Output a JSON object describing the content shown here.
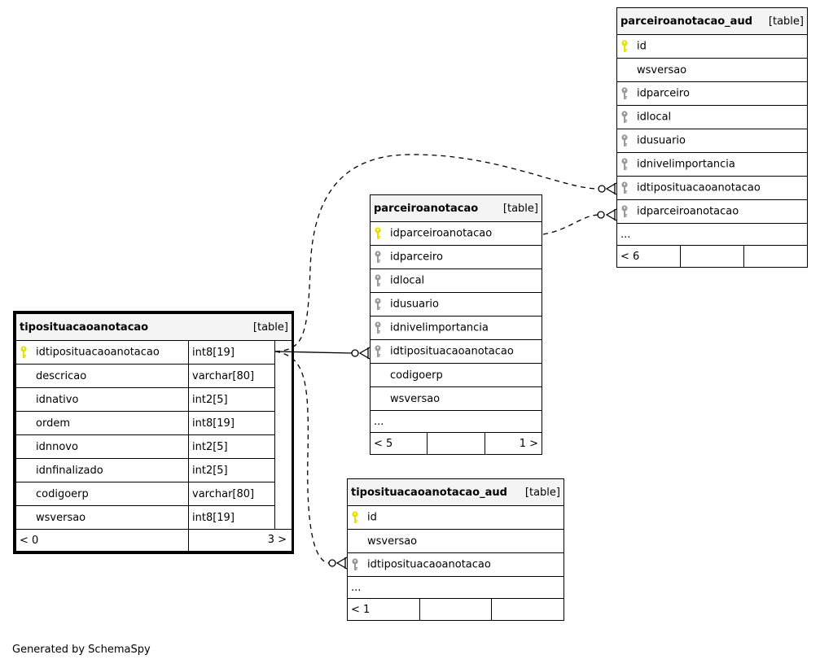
{
  "footer": {
    "credit": "Generated by SchemaSpy"
  },
  "colors": {
    "pk": "#e8e000",
    "fk": "#9a9a9a"
  },
  "tables": {
    "tipo": {
      "name": "tiposituacaoanotacao",
      "type": "[table]",
      "columns": [
        {
          "name": "idtiposituacaoanotacao",
          "dtype": "int8[19]",
          "key": "pk"
        },
        {
          "name": "descricao",
          "dtype": "varchar[80]",
          "key": ""
        },
        {
          "name": "idnativo",
          "dtype": "int2[5]",
          "key": ""
        },
        {
          "name": "ordem",
          "dtype": "int8[19]",
          "key": ""
        },
        {
          "name": "idnnovo",
          "dtype": "int2[5]",
          "key": ""
        },
        {
          "name": "idnfinalizado",
          "dtype": "int2[5]",
          "key": ""
        },
        {
          "name": "codigoerp",
          "dtype": "varchar[80]",
          "key": ""
        },
        {
          "name": "wsversao",
          "dtype": "int8[19]",
          "key": ""
        }
      ],
      "footer": {
        "left": "< 0",
        "right": "3 >"
      }
    },
    "parc": {
      "name": "parceiroanotacao",
      "type": "[table]",
      "columns": [
        {
          "name": "idparceiroanotacao",
          "key": "pk"
        },
        {
          "name": "idparceiro",
          "key": "fk"
        },
        {
          "name": "idlocal",
          "key": "fk"
        },
        {
          "name": "idusuario",
          "key": "fk"
        },
        {
          "name": "idnivelimportancia",
          "key": "fk"
        },
        {
          "name": "idtiposituacaoanotacao",
          "key": "fk"
        },
        {
          "name": "codigoerp",
          "key": ""
        },
        {
          "name": "wsversao",
          "key": ""
        }
      ],
      "ellipsis": "...",
      "footer": {
        "left": "< 5",
        "right": "1 >"
      }
    },
    "parcaud": {
      "name": "parceiroanotacao_aud",
      "type": "[table]",
      "columns": [
        {
          "name": "id",
          "key": "pk"
        },
        {
          "name": "wsversao",
          "key": ""
        },
        {
          "name": "idparceiro",
          "key": "fk"
        },
        {
          "name": "idlocal",
          "key": "fk"
        },
        {
          "name": "idusuario",
          "key": "fk"
        },
        {
          "name": "idnivelimportancia",
          "key": "fk"
        },
        {
          "name": "idtiposituacaoanotacao",
          "key": "fk"
        },
        {
          "name": "idparceiroanotacao",
          "key": "fk"
        }
      ],
      "ellipsis": "...",
      "footer": {
        "left": "< 6",
        "right": ""
      }
    },
    "tipoaud": {
      "name": "tiposituacaoanotacao_aud",
      "type": "[table]",
      "columns": [
        {
          "name": "id",
          "key": "pk"
        },
        {
          "name": "wsversao",
          "key": ""
        },
        {
          "name": "idtiposituacaoanotacao",
          "key": "fk"
        }
      ],
      "ellipsis": "...",
      "footer": {
        "left": "< 1",
        "right": ""
      }
    }
  }
}
